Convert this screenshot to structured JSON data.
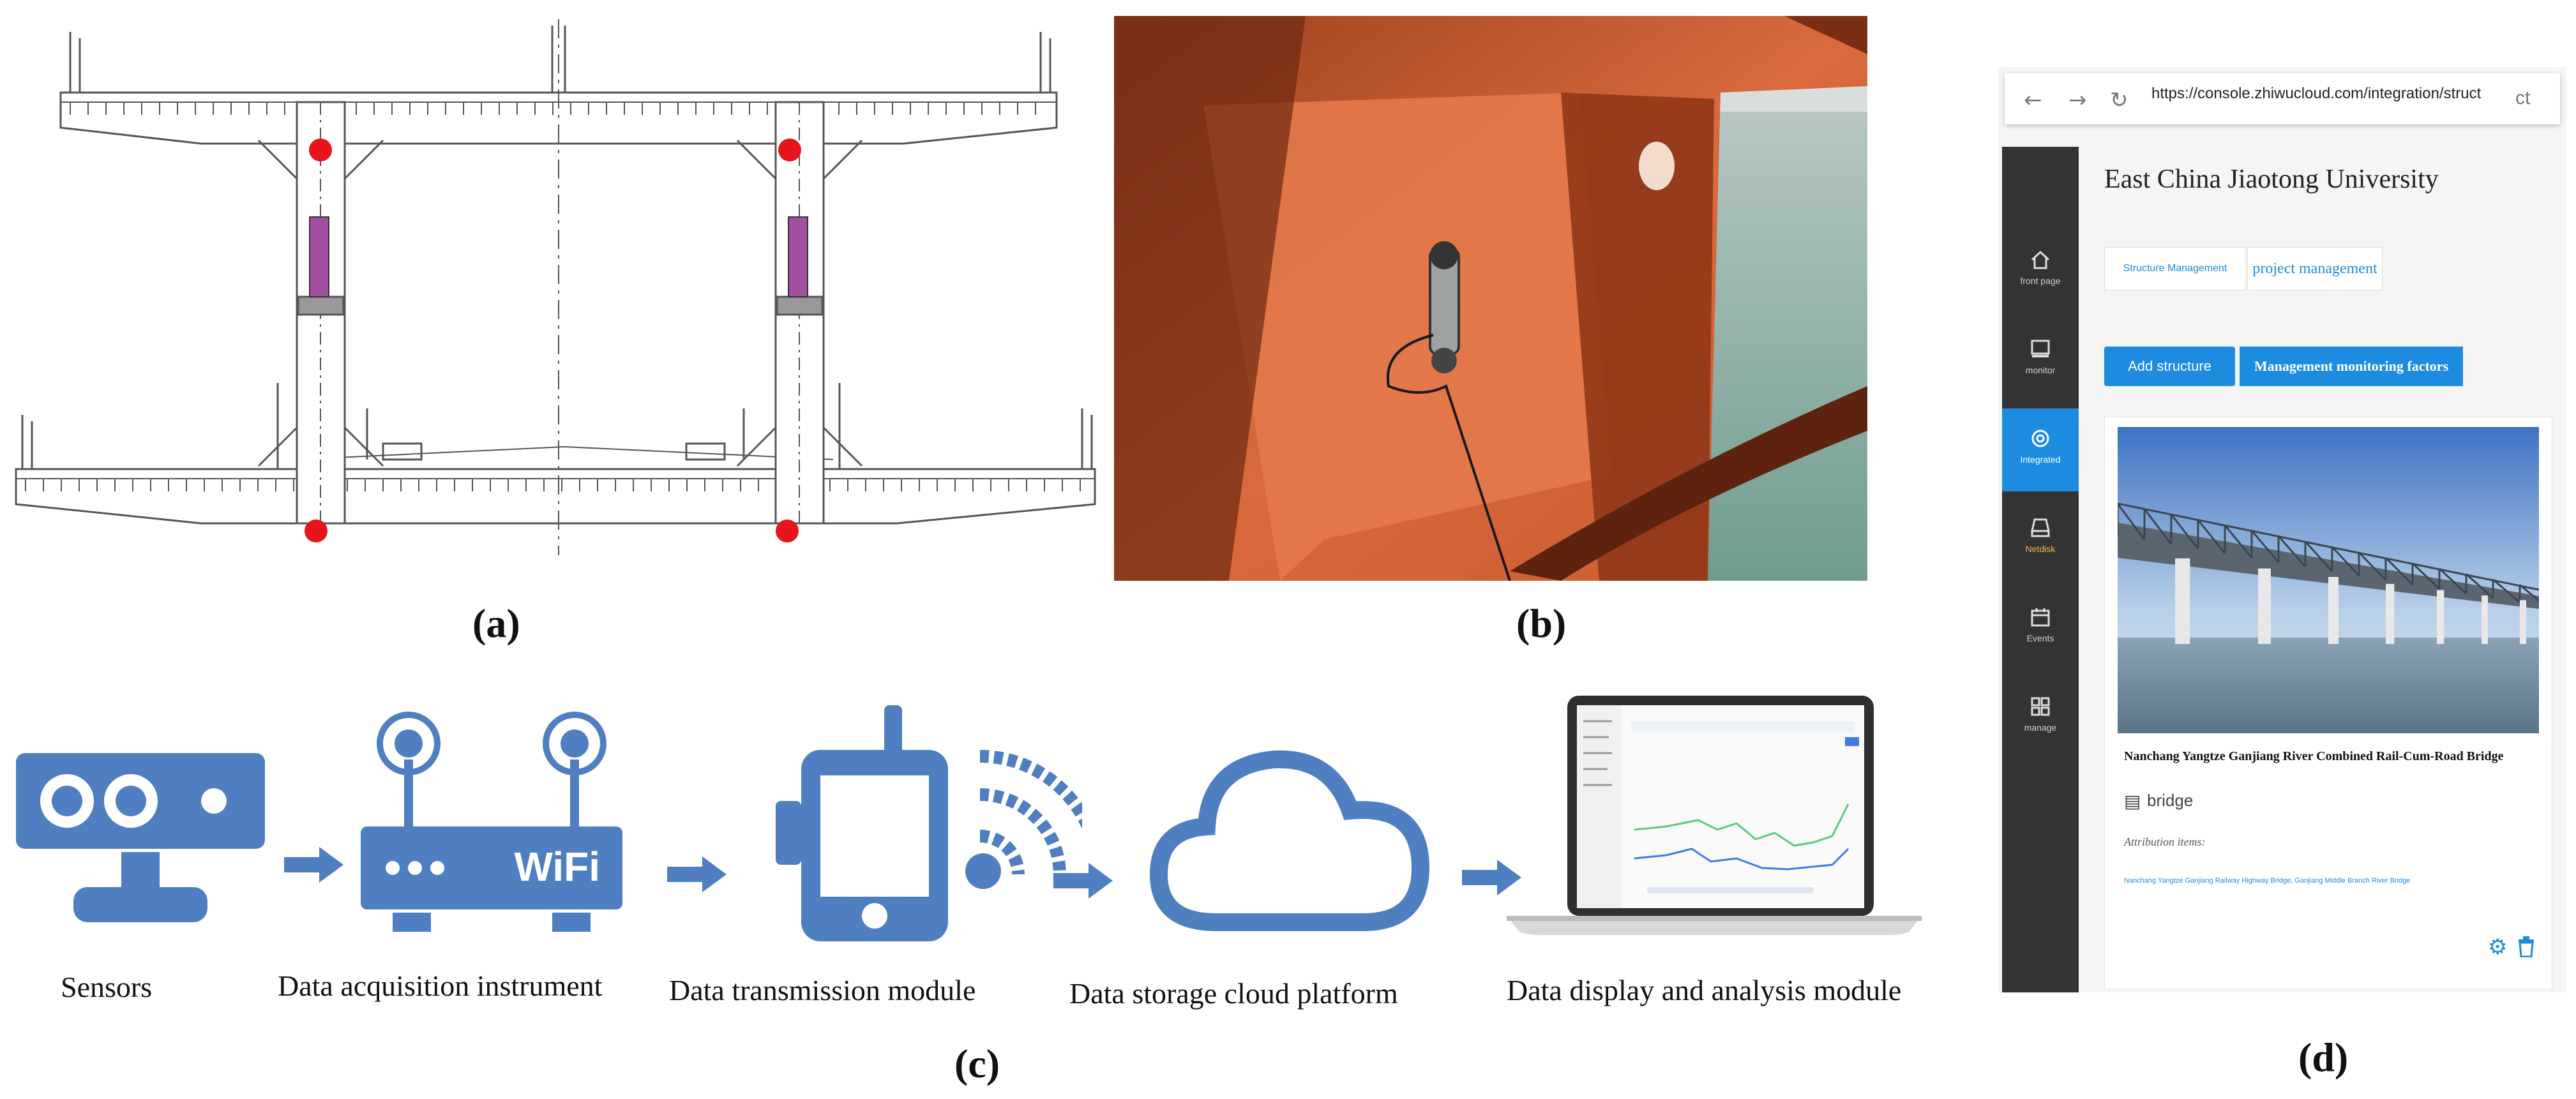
{
  "panels": {
    "a": "(a)",
    "b": "(b)",
    "c": "(c)",
    "d": "(d)"
  },
  "flow": {
    "steps": [
      "Sensors",
      "Data acquisition instrument",
      "Data transmission module",
      "Data storage cloud platform",
      "Data display and analysis module"
    ],
    "wifi_label": "WiFi",
    "icon_color": "#4f7fc1"
  },
  "browser": {
    "url": "https://console.zhiwucloud.com/integration/struct",
    "url_tail": "ct",
    "org_title": "East China Jiaotong University",
    "sidebar": [
      {
        "label": "front page",
        "icon": "home-icon"
      },
      {
        "label": "monitor",
        "icon": "monitor-icon"
      },
      {
        "label": "Integrated",
        "icon": "gear-icon"
      },
      {
        "label": "Netdisk",
        "icon": "disk-icon"
      },
      {
        "label": "Events",
        "icon": "calendar-icon"
      },
      {
        "label": "manage",
        "icon": "grid-icon"
      }
    ],
    "tabs": [
      "Structure Management",
      "project management"
    ],
    "buttons": [
      "Add structure",
      "Management monitoring factors"
    ],
    "card": {
      "name": "Nanchang Yangtze Ganjiang River Combined Rail-Cum-Road Bridge",
      "brand": "bridge",
      "attribution": "Attribution items:",
      "link": "Nanchang Yangtze Ganjiang Railway Highway Bridge, Ganjiang Middle Branch River Bridge"
    },
    "accent": "#1d8ce0",
    "sidebar_color": "#333333"
  }
}
